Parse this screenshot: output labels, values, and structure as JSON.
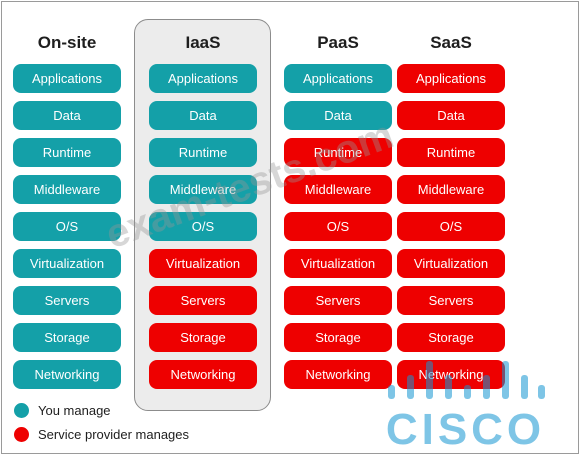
{
  "columns": [
    {
      "title": "On-site",
      "layers": [
        {
          "label": "Applications",
          "owner": "you"
        },
        {
          "label": "Data",
          "owner": "you"
        },
        {
          "label": "Runtime",
          "owner": "you"
        },
        {
          "label": "Middleware",
          "owner": "you"
        },
        {
          "label": "O/S",
          "owner": "you"
        },
        {
          "label": "Virtualization",
          "owner": "you"
        },
        {
          "label": "Servers",
          "owner": "you"
        },
        {
          "label": "Storage",
          "owner": "you"
        },
        {
          "label": "Networking",
          "owner": "you"
        }
      ]
    },
    {
      "title": "IaaS",
      "highlighted": true,
      "layers": [
        {
          "label": "Applications",
          "owner": "you"
        },
        {
          "label": "Data",
          "owner": "you"
        },
        {
          "label": "Runtime",
          "owner": "you"
        },
        {
          "label": "Middleware",
          "owner": "you"
        },
        {
          "label": "O/S",
          "owner": "you"
        },
        {
          "label": "Virtualization",
          "owner": "provider"
        },
        {
          "label": "Servers",
          "owner": "provider"
        },
        {
          "label": "Storage",
          "owner": "provider"
        },
        {
          "label": "Networking",
          "owner": "provider"
        }
      ]
    },
    {
      "title": "PaaS",
      "layers": [
        {
          "label": "Applications",
          "owner": "you"
        },
        {
          "label": "Data",
          "owner": "you"
        },
        {
          "label": "Runtime",
          "owner": "provider"
        },
        {
          "label": "Middleware",
          "owner": "provider"
        },
        {
          "label": "O/S",
          "owner": "provider"
        },
        {
          "label": "Virtualization",
          "owner": "provider"
        },
        {
          "label": "Servers",
          "owner": "provider"
        },
        {
          "label": "Storage",
          "owner": "provider"
        },
        {
          "label": "Networking",
          "owner": "provider"
        }
      ]
    },
    {
      "title": "SaaS",
      "layers": [
        {
          "label": "Applications",
          "owner": "provider"
        },
        {
          "label": "Data",
          "owner": "provider"
        },
        {
          "label": "Runtime",
          "owner": "provider"
        },
        {
          "label": "Middleware",
          "owner": "provider"
        },
        {
          "label": "O/S",
          "owner": "provider"
        },
        {
          "label": "Virtualization",
          "owner": "provider"
        },
        {
          "label": "Servers",
          "owner": "provider"
        },
        {
          "label": "Storage",
          "owner": "provider"
        },
        {
          "label": "Networking",
          "owner": "provider"
        }
      ]
    }
  ],
  "legend": [
    {
      "key": "you",
      "label": "You manage",
      "color": "#14a0a8"
    },
    {
      "key": "provider",
      "label": "Service provider manages",
      "color": "#ee0000"
    }
  ],
  "colors": {
    "you": "#14a0a8",
    "provider": "#ee0000",
    "highlight_panel": "#ececec"
  },
  "watermark": "exam-tests.com",
  "logo": {
    "text": "CISCO",
    "icon": "cisco-bars-icon"
  }
}
